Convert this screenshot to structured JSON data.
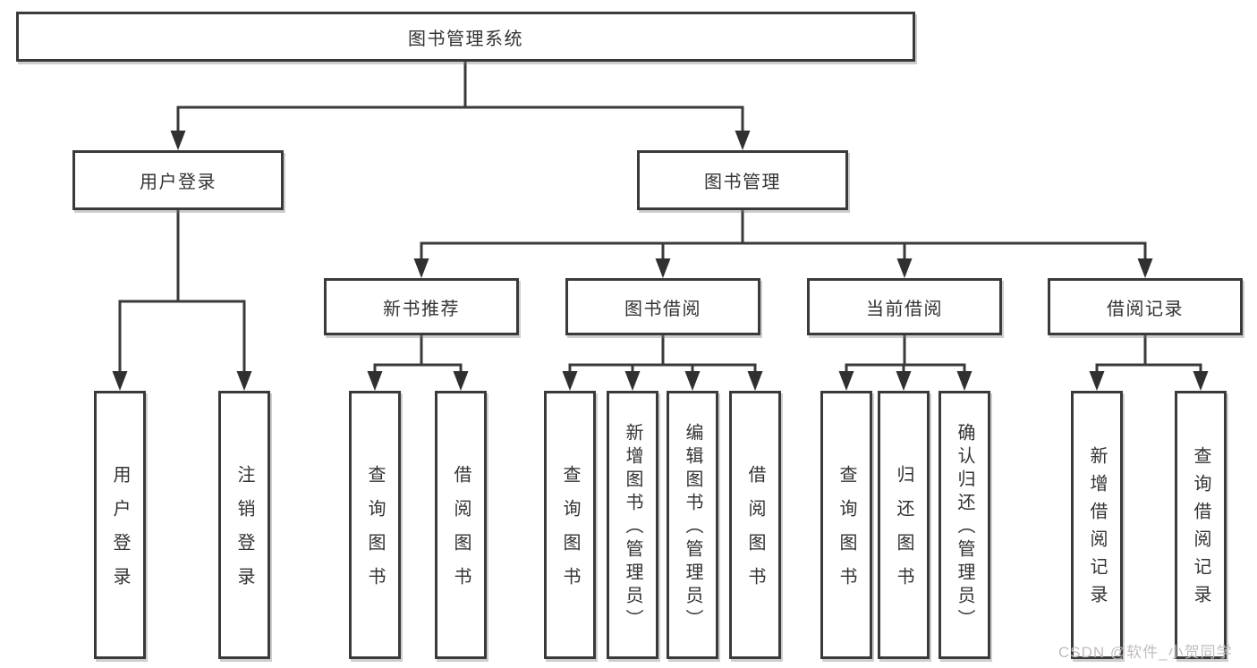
{
  "colors": {
    "line": "#3a3a3a",
    "box_border": "#3a3a3a",
    "text": "#333333",
    "watermark_text": "#c3bdbd",
    "background": "#ffffff"
  },
  "tree": {
    "label": "图书管理系统",
    "children": [
      {
        "label": "用户登录",
        "children": [
          {
            "label": "用户登录"
          },
          {
            "label": "注销登录"
          }
        ]
      },
      {
        "label": "图书管理",
        "children": [
          {
            "label": "新书推荐",
            "children": [
              {
                "label": "查询图书"
              },
              {
                "label": "借阅图书"
              }
            ]
          },
          {
            "label": "图书借阅",
            "children": [
              {
                "label": "查询图书"
              },
              {
                "label": "新增图书（管理员）"
              },
              {
                "label": "编辑图书（管理员）"
              },
              {
                "label": "借阅图书"
              }
            ]
          },
          {
            "label": "当前借阅",
            "children": [
              {
                "label": "查询图书"
              },
              {
                "label": "归还图书"
              },
              {
                "label": "确认归还（管理员）"
              }
            ]
          },
          {
            "label": "借阅记录",
            "children": [
              {
                "label": "新增借阅记录"
              },
              {
                "label": "查询借阅记录"
              }
            ]
          }
        ]
      }
    ]
  },
  "watermark": {
    "text": "CSDN @软件_小贺同学"
  }
}
